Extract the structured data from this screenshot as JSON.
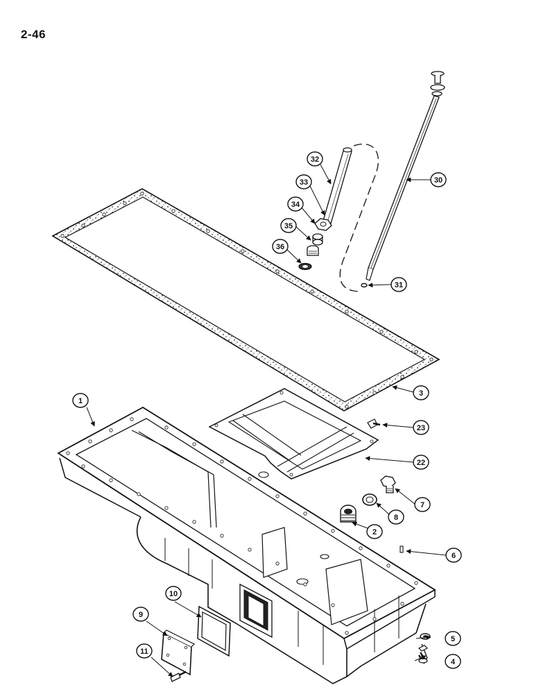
{
  "page": {
    "number": "2-46"
  },
  "callouts": [
    "1",
    "2",
    "3",
    "4",
    "5",
    "6",
    "7",
    "8",
    "9",
    "10",
    "11",
    "22",
    "23",
    "30",
    "31",
    "32",
    "33",
    "34",
    "35",
    "36"
  ]
}
